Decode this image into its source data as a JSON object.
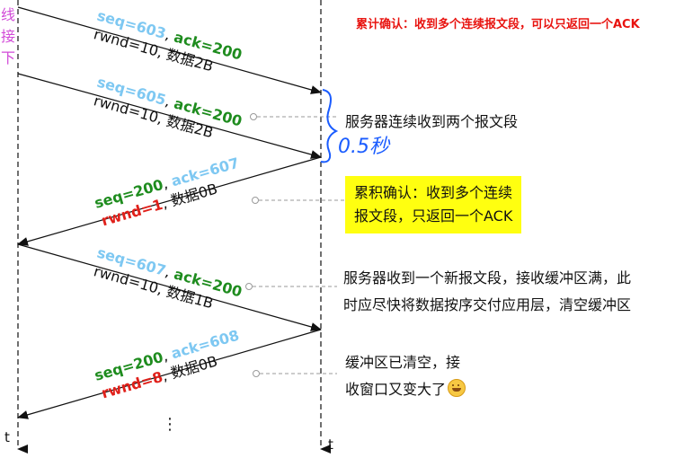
{
  "side_text": [
    "线",
    "接",
    "下"
  ],
  "top_note": "累计确认：收到多个连续报文段，可以只返回一个ACK",
  "messages": [
    {
      "parts": [
        [
          "seq=603",
          "#7ec8f2"
        ],
        [
          ", ",
          "#111111"
        ],
        [
          "ack=200",
          "#1e8c1e"
        ]
      ],
      "line2": [
        [
          "rwnd=10, 数据2B",
          "#111111"
        ]
      ]
    },
    {
      "parts": [
        [
          "seq=605",
          "#7ec8f2"
        ],
        [
          ", ",
          "#111111"
        ],
        [
          "ack=200",
          "#1e8c1e"
        ]
      ],
      "line2": [
        [
          "rwnd=10, 数据2B",
          "#111111"
        ]
      ]
    },
    {
      "parts": [
        [
          "seq=200",
          "#1e8c1e"
        ],
        [
          ", ",
          "#111111"
        ],
        [
          "ack=607",
          "#7ec8f2"
        ]
      ],
      "line2": [
        [
          "rwnd=1",
          "#e0201a"
        ],
        [
          ", 数据0B",
          "#111111"
        ]
      ]
    },
    {
      "parts": [
        [
          "seq=607",
          "#7ec8f2"
        ],
        [
          ", ",
          "#111111"
        ],
        [
          "ack=200",
          "#1e8c1e"
        ]
      ],
      "line2": [
        [
          "rwnd=10, 数据1B",
          "#111111"
        ]
      ]
    },
    {
      "parts": [
        [
          "seq=200",
          "#1e8c1e"
        ],
        [
          ", ",
          "#111111"
        ],
        [
          "ack=608",
          "#7ec8f2"
        ]
      ],
      "line2": [
        [
          "rwnd=8",
          "#e0201a"
        ],
        [
          ", 数据0B",
          "#111111"
        ]
      ]
    }
  ],
  "annotations": {
    "server_received_two": "服务器连续收到两个报文段",
    "handwritten_time": "0.5秒",
    "cumulative_ack_line1": "累积确认：收到多个连续",
    "cumulative_ack_line2": "报文段，只返回一个ACK",
    "buffer_full_line1": "服务器收到一个新报文段，接收缓冲区满，此",
    "buffer_full_line2": "时应尽快将数据按序交付应用层，清空缓冲区",
    "buffer_cleared_line1": "缓冲区已清空，接",
    "buffer_cleared_line2": "收窗口又变大了"
  },
  "axis_label": "t",
  "continuation": "⋮",
  "colors": {
    "accent_cyan": "#7ec8f2",
    "accent_green": "#1e8c1e",
    "accent_red": "#e0201a",
    "brace_blue": "#1a5cff",
    "highlight_yellow": "#ffff10",
    "note_red": "#e8130f"
  }
}
